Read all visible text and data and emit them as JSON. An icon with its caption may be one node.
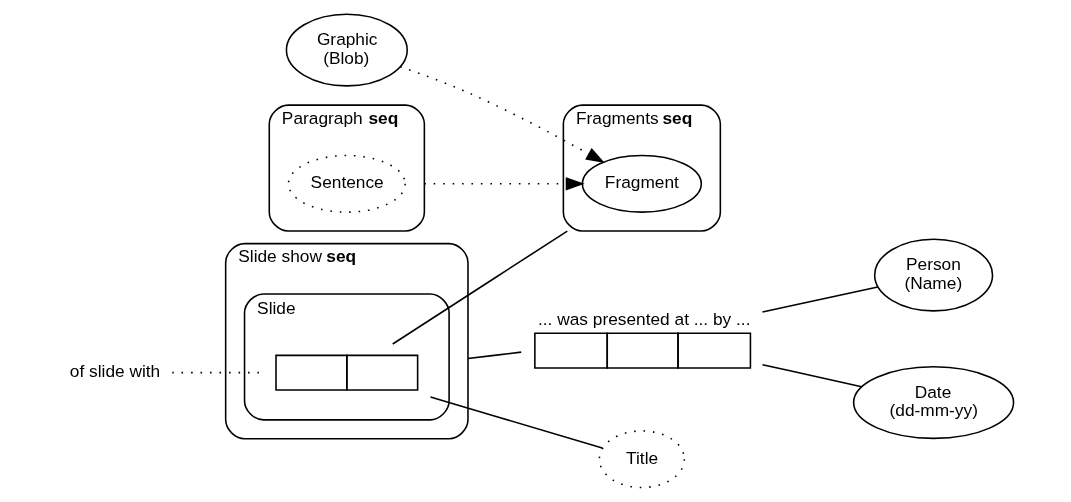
{
  "diagram": {
    "nodes": [
      {
        "text": [
          "Slide show **seq**"
        ]
      },
      {
        "text": [
          "Slide"
        ],
        "in": 0
      },
      {
        "text": [],
        "shape": "box",
        "in": 1
      },
      {
        "text": [
          "... was presented at ... by ..."
        ]
      },
      {
        "text": [
          "Person (Name)"
        ]
      },
      {
        "text": [
          "Date (dd-mm-yy)"
        ]
      },
      {
        "text": [
          "Title"
        ]
      },
      {
        "text": [
          "Fragments **seq**"
        ]
      },
      {
        "text": [
          "Fragment"
        ],
        "in": 7
      },
      {
        "text": [
          "Graphic (Blob)"
        ]
      },
      {
        "text": [
          "Paragraph **seq**"
        ]
      },
      {
        "text": [
          "Sentence"
        ],
        "in": 10
      },
      {
        "text": [
          "of slide with"
        ]
      }
    ],
    "edges": [
      {
        "from": 0,
        "to": 3,
        "arrow": "none"
      },
      {
        "from": 3,
        "to": 4,
        "arrow": "none"
      },
      {
        "from": 3,
        "to": 5,
        "arrow": "none"
      },
      {
        "from": 2,
        "to": 6,
        "arrow": "none"
      },
      {
        "from": 2,
        "to": 7,
        "arrow": "none"
      },
      {
        "from": 12,
        "to": 2,
        "arrow": "none",
        "style": "dashed"
      },
      {
        "from": 9,
        "to": 8,
        "arrow": "to",
        "style": "dashed"
      },
      {
        "from": 10,
        "to": 8,
        "arrow": "to",
        "style": "dashed"
      }
    ]
  }
}
